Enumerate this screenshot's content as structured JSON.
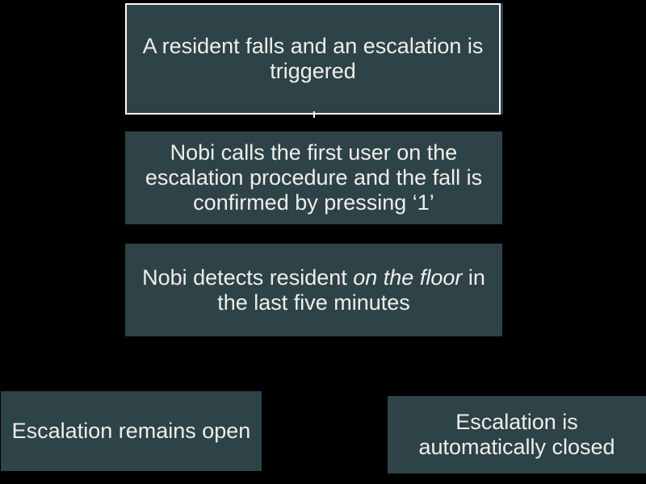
{
  "colors": {
    "background": "#000000",
    "box_fill": "#2e4347",
    "step1_outline": "#fdfdfd",
    "text": "#efeeea"
  },
  "flowchart": {
    "step1": {
      "lines": [
        "A resident falls and an escalation is",
        "triggered"
      ]
    },
    "step2": {
      "lines": [
        "Nobi calls the first user on the",
        "escalation procedure and the fall is",
        "confirmed by pressing ‘1’"
      ]
    },
    "step3": {
      "line1_pre": "Nobi detects resident ",
      "line1_italic": "on the floor",
      "line1_post": " in",
      "line2": "the last five minutes"
    },
    "outcome_open": {
      "lines": [
        "Escalation remains open"
      ]
    },
    "outcome_closed": {
      "lines": [
        "Escalation is",
        "automatically closed"
      ]
    }
  }
}
